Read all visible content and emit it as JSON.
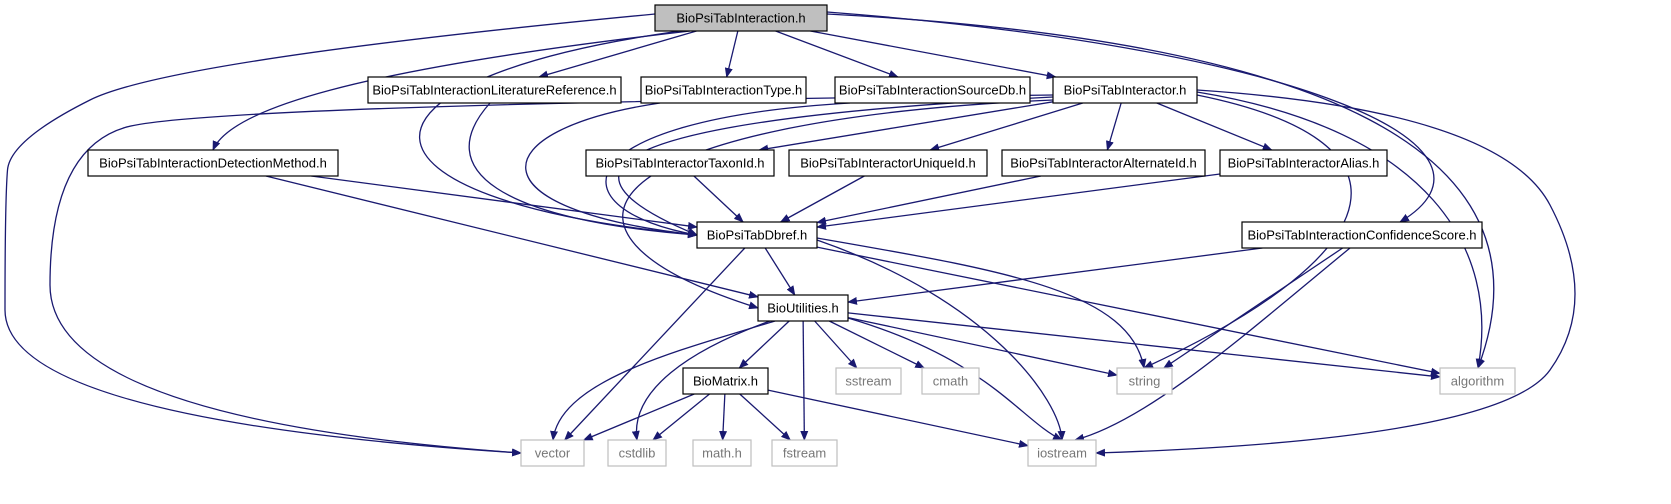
{
  "colors": {
    "edge": "#191970",
    "node_border": "#000000",
    "node_fill": "#ffffff",
    "focus_fill": "#bfbfbf",
    "system_border": "#bfbfbf",
    "system_text": "#777777"
  },
  "nodes": [
    {
      "id": "n_interaction",
      "label": "BioPsiTabInteraction.h",
      "kind": "focus"
    },
    {
      "id": "n_litref",
      "label": "BioPsiTabInteractionLiteratureReference.h",
      "kind": "header"
    },
    {
      "id": "n_type",
      "label": "BioPsiTabInteractionType.h",
      "kind": "header"
    },
    {
      "id": "n_sourcedb",
      "label": "BioPsiTabInteractionSourceDb.h",
      "kind": "header"
    },
    {
      "id": "n_interactor",
      "label": "BioPsiTabInteractor.h",
      "kind": "header"
    },
    {
      "id": "n_detection",
      "label": "BioPsiTabInteractionDetectionMethod.h",
      "kind": "header"
    },
    {
      "id": "n_taxon",
      "label": "BioPsiTabInteractorTaxonId.h",
      "kind": "header"
    },
    {
      "id": "n_unique",
      "label": "BioPsiTabInteractorUniqueId.h",
      "kind": "header"
    },
    {
      "id": "n_alternate",
      "label": "BioPsiTabInteractorAlternateId.h",
      "kind": "header"
    },
    {
      "id": "n_alias",
      "label": "BioPsiTabInteractorAlias.h",
      "kind": "header"
    },
    {
      "id": "n_confidence",
      "label": "BioPsiTabInteractionConfidenceScore.h",
      "kind": "header"
    },
    {
      "id": "n_dbref",
      "label": "BioPsiTabDbref.h",
      "kind": "header"
    },
    {
      "id": "n_utilities",
      "label": "BioUtilities.h",
      "kind": "header"
    },
    {
      "id": "n_matrix",
      "label": "BioMatrix.h",
      "kind": "header"
    },
    {
      "id": "n_sstream",
      "label": "sstream",
      "kind": "system"
    },
    {
      "id": "n_cmath",
      "label": "cmath",
      "kind": "system"
    },
    {
      "id": "n_string",
      "label": "string",
      "kind": "system"
    },
    {
      "id": "n_algorithm",
      "label": "algorithm",
      "kind": "system"
    },
    {
      "id": "n_vector",
      "label": "vector",
      "kind": "system"
    },
    {
      "id": "n_cstdlib",
      "label": "cstdlib",
      "kind": "system"
    },
    {
      "id": "n_math",
      "label": "math.h",
      "kind": "system"
    },
    {
      "id": "n_fstream",
      "label": "fstream",
      "kind": "system"
    },
    {
      "id": "n_iostream",
      "label": "iostream",
      "kind": "system"
    }
  ],
  "edges": [
    {
      "from": "n_interaction",
      "to": "n_litref"
    },
    {
      "from": "n_interaction",
      "to": "n_type"
    },
    {
      "from": "n_interaction",
      "to": "n_sourcedb"
    },
    {
      "from": "n_interaction",
      "to": "n_interactor"
    },
    {
      "from": "n_interaction",
      "to": "n_detection"
    },
    {
      "from": "n_interaction",
      "to": "n_dbref"
    },
    {
      "from": "n_interaction",
      "to": "n_confidence"
    },
    {
      "from": "n_interaction",
      "to": "n_algorithm"
    },
    {
      "from": "n_interaction",
      "to": "n_vector"
    },
    {
      "from": "n_litref",
      "to": "n_dbref"
    },
    {
      "from": "n_type",
      "to": "n_dbref"
    },
    {
      "from": "n_sourcedb",
      "to": "n_dbref"
    },
    {
      "from": "n_interactor",
      "to": "n_taxon"
    },
    {
      "from": "n_interactor",
      "to": "n_unique"
    },
    {
      "from": "n_interactor",
      "to": "n_alternate"
    },
    {
      "from": "n_interactor",
      "to": "n_alias"
    },
    {
      "from": "n_interactor",
      "to": "n_dbref"
    },
    {
      "from": "n_interactor",
      "to": "n_utilities"
    },
    {
      "from": "n_interactor",
      "to": "n_vector"
    },
    {
      "from": "n_interactor",
      "to": "n_string"
    },
    {
      "from": "n_interactor",
      "to": "n_algorithm"
    },
    {
      "from": "n_interactor",
      "to": "n_iostream"
    },
    {
      "from": "n_detection",
      "to": "n_dbref"
    },
    {
      "from": "n_detection",
      "to": "n_utilities"
    },
    {
      "from": "n_taxon",
      "to": "n_dbref"
    },
    {
      "from": "n_unique",
      "to": "n_dbref"
    },
    {
      "from": "n_alternate",
      "to": "n_dbref"
    },
    {
      "from": "n_alias",
      "to": "n_dbref"
    },
    {
      "from": "n_confidence",
      "to": "n_utilities"
    },
    {
      "from": "n_confidence",
      "to": "n_string"
    },
    {
      "from": "n_confidence",
      "to": "n_iostream"
    },
    {
      "from": "n_dbref",
      "to": "n_utilities"
    },
    {
      "from": "n_dbref",
      "to": "n_vector"
    },
    {
      "from": "n_dbref",
      "to": "n_string"
    },
    {
      "from": "n_dbref",
      "to": "n_algorithm"
    },
    {
      "from": "n_dbref",
      "to": "n_iostream"
    },
    {
      "from": "n_utilities",
      "to": "n_matrix"
    },
    {
      "from": "n_utilities",
      "to": "n_sstream"
    },
    {
      "from": "n_utilities",
      "to": "n_cmath"
    },
    {
      "from": "n_utilities",
      "to": "n_string"
    },
    {
      "from": "n_utilities",
      "to": "n_algorithm"
    },
    {
      "from": "n_utilities",
      "to": "n_vector"
    },
    {
      "from": "n_utilities",
      "to": "n_cstdlib"
    },
    {
      "from": "n_utilities",
      "to": "n_fstream"
    },
    {
      "from": "n_utilities",
      "to": "n_iostream"
    },
    {
      "from": "n_matrix",
      "to": "n_vector"
    },
    {
      "from": "n_matrix",
      "to": "n_cstdlib"
    },
    {
      "from": "n_matrix",
      "to": "n_math"
    },
    {
      "from": "n_matrix",
      "to": "n_fstream"
    },
    {
      "from": "n_matrix",
      "to": "n_iostream"
    }
  ]
}
